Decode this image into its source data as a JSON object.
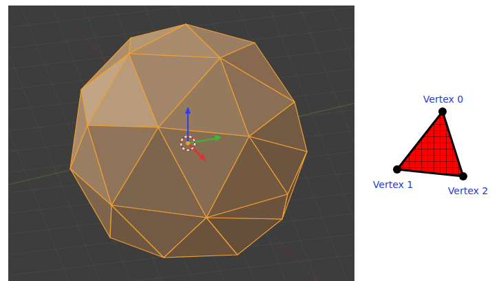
{
  "diagram": {
    "labels": [
      "Vertex 0",
      "Vertex 1",
      "Vertex 2"
    ]
  }
}
